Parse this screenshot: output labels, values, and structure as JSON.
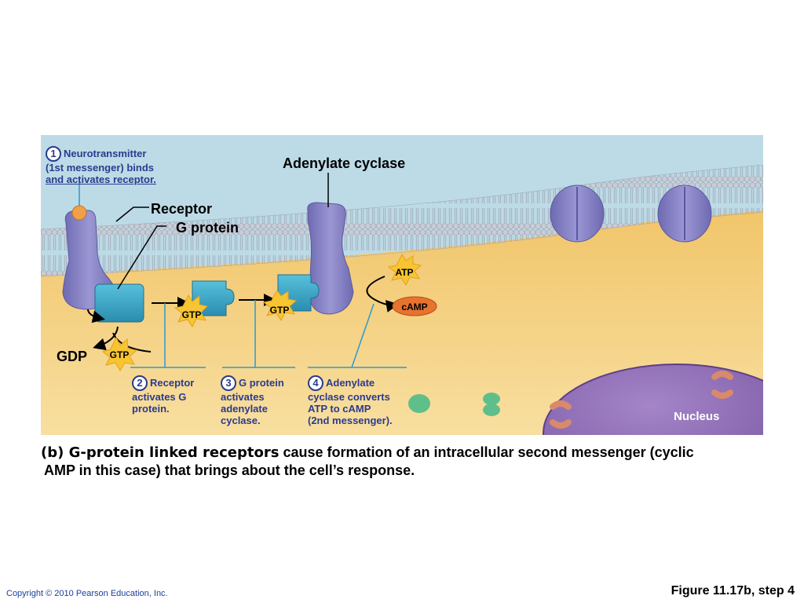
{
  "figure": {
    "step1": {
      "num": "1",
      "text_l1": "Neurotransmitter",
      "text_l2": "(1st messenger) binds",
      "text_l3": "and activates receptor."
    },
    "label_adenylate": "Adenylate cyclase",
    "label_receptor": "Receptor",
    "label_gprotein": "G protein",
    "label_gdp": "GDP",
    "label_nucleus": "Nucleus",
    "badge_gtp": "GTP",
    "badge_atp": "ATP",
    "badge_camp": "cAMP",
    "step2": {
      "num": "2",
      "text_l1": "Receptor",
      "text_l2": "activates G",
      "text_l3": "protein."
    },
    "step3": {
      "num": "3",
      "text_l1": "G protein",
      "text_l2": "activates",
      "text_l3": "adenylate",
      "text_l4": "cyclase."
    },
    "step4": {
      "num": "4",
      "text_l1": "Adenylate",
      "text_l2": "cyclase converts",
      "text_l3": "ATP to cAMP",
      "text_l4": "(2nd messenger)."
    }
  },
  "caption": {
    "lead": "(b) G-protein linked receptors",
    "rest_l1": " cause formation of an intracellular second messenger (cyclic",
    "rest_l2": "AMP in this case) that brings about the cell’s response."
  },
  "footer": {
    "copyright": "Copyright © 2010 Pearson Education, Inc.",
    "figure_ref": "Figure 11.17b, step 4"
  },
  "colors": {
    "extracellular": "#bcdbe6",
    "cytoplasm": "#f6d890",
    "protein": "#8d89c8",
    "gprotein": "#3ea7c6",
    "nucleus": "#8a67b0",
    "text_step": "#2a3b8f"
  }
}
